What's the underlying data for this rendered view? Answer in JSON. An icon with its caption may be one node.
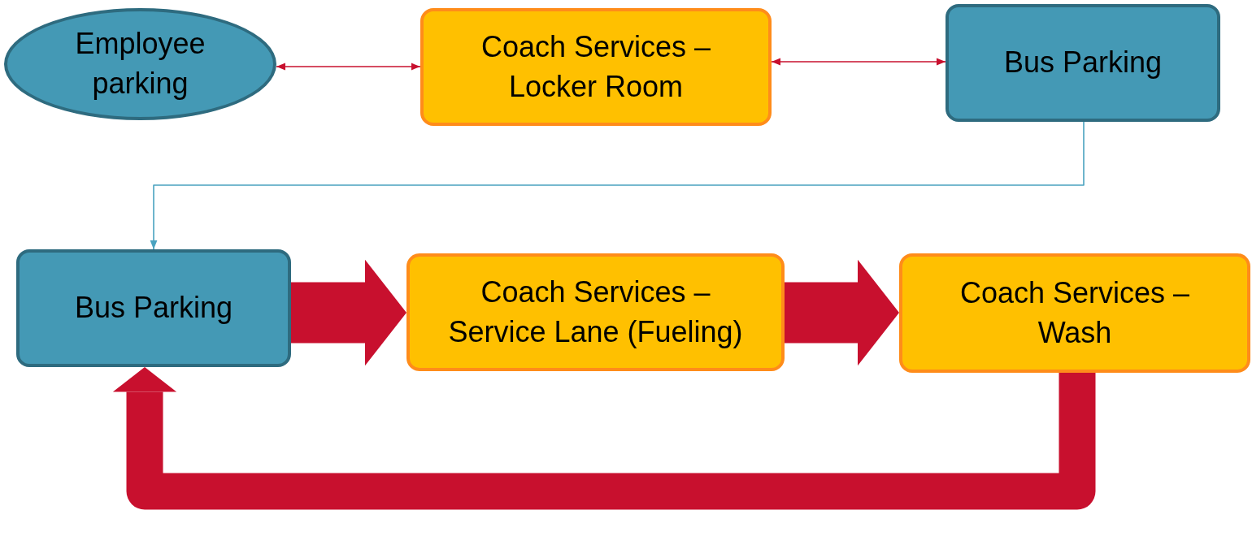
{
  "diagram": {
    "nodes": [
      {
        "text": [
          "Employee parking"
        ]
      },
      {
        "text": [
          "Coach Services – Locker Room"
        ]
      },
      {
        "text": [
          "Bus Parking"
        ]
      },
      {
        "text": [
          "Bus Parking"
        ]
      },
      {
        "text": [
          "Coach Services – Service Lane (Fueling)"
        ]
      },
      {
        "text": [
          "Coach Services – Wash"
        ]
      }
    ],
    "edges": [
      {
        "from": 0,
        "to": 1,
        "arrow": "both"
      },
      {
        "from": 1,
        "to": 2,
        "arrow": "both"
      },
      {
        "from": 2,
        "to": 3,
        "arrow": "to",
        "color": "#4aa3c0"
      },
      {
        "from": 3,
        "to": 4,
        "arrow": "to",
        "style": "thick"
      },
      {
        "from": 4,
        "to": 5,
        "arrow": "to",
        "style": "thick"
      },
      {
        "from": 5,
        "to": 3,
        "arrow": "to",
        "style": "thick"
      }
    ]
  }
}
